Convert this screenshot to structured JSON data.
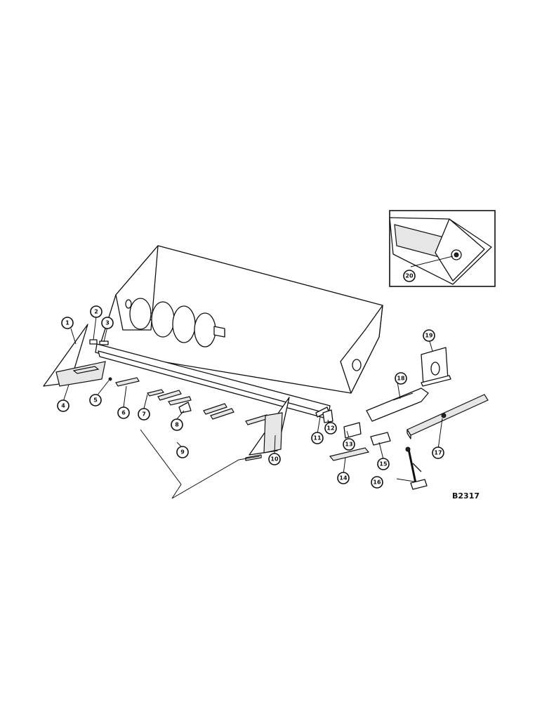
{
  "figure": {
    "code": "B2317",
    "callouts": [
      "1",
      "2",
      "3",
      "4",
      "5",
      "6",
      "7",
      "8",
      "9",
      "10",
      "11",
      "12",
      "13",
      "14",
      "15",
      "16",
      "17",
      "18",
      "19",
      "20"
    ]
  }
}
